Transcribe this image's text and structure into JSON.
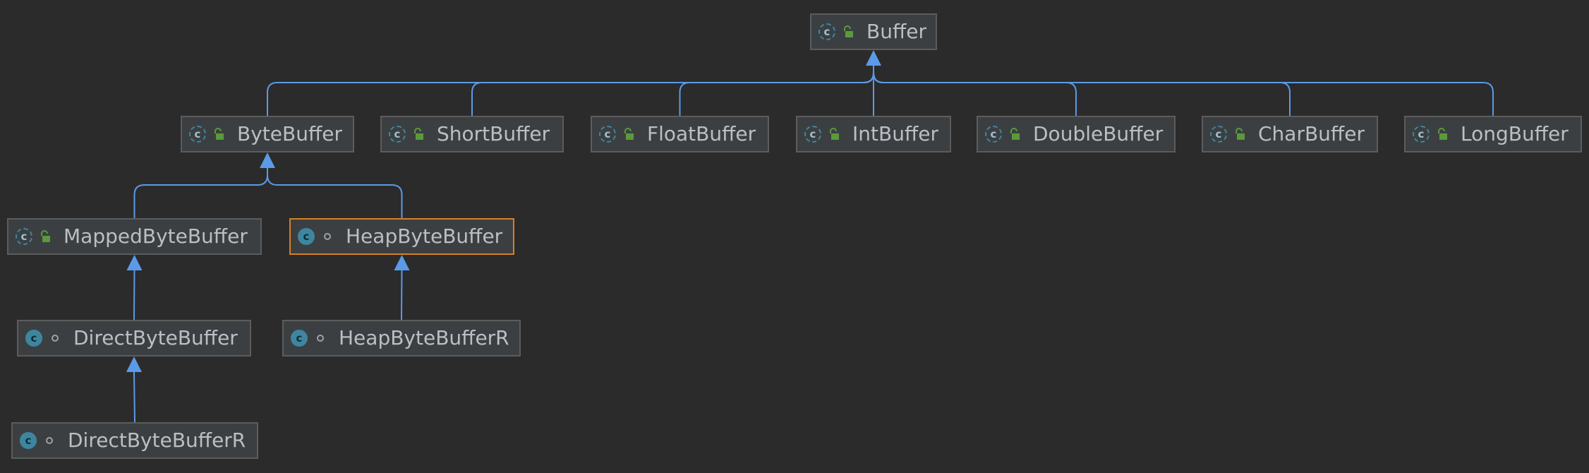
{
  "diagram": {
    "colors": {
      "background": "#2b2b2b",
      "edge": "#5b9ae8",
      "node_fill": "#3c3f41",
      "node_border": "#5c5c5c",
      "selected_border": "#d67f23",
      "class_icon": "#3e86a0",
      "public_lock": "#5a9a3c"
    },
    "nodes": [
      {
        "id": "buffer",
        "label": "Buffer",
        "kind": "abstract-class",
        "visibility": "public"
      },
      {
        "id": "bytebuffer",
        "label": "ByteBuffer",
        "kind": "abstract-class",
        "visibility": "public"
      },
      {
        "id": "shortbuffer",
        "label": "ShortBuffer",
        "kind": "abstract-class",
        "visibility": "public"
      },
      {
        "id": "floatbuffer",
        "label": "FloatBuffer",
        "kind": "abstract-class",
        "visibility": "public"
      },
      {
        "id": "intbuffer",
        "label": "IntBuffer",
        "kind": "abstract-class",
        "visibility": "public"
      },
      {
        "id": "doublebuffer",
        "label": "DoubleBuffer",
        "kind": "abstract-class",
        "visibility": "public"
      },
      {
        "id": "charbuffer",
        "label": "CharBuffer",
        "kind": "abstract-class",
        "visibility": "public"
      },
      {
        "id": "longbuffer",
        "label": "LongBuffer",
        "kind": "abstract-class",
        "visibility": "public"
      },
      {
        "id": "mappedbytebuffer",
        "label": "MappedByteBuffer",
        "kind": "abstract-class",
        "visibility": "public"
      },
      {
        "id": "heapbytebuffer",
        "label": "HeapByteBuffer",
        "kind": "class",
        "visibility": "package-private",
        "selected": true
      },
      {
        "id": "directbytebuffer",
        "label": "DirectByteBuffer",
        "kind": "class",
        "visibility": "package-private"
      },
      {
        "id": "heapbytebufferr",
        "label": "HeapByteBufferR",
        "kind": "class",
        "visibility": "package-private"
      },
      {
        "id": "directbytebufferr",
        "label": "DirectByteBufferR",
        "kind": "class",
        "visibility": "package-private"
      }
    ],
    "edges": [
      {
        "from": "bytebuffer",
        "to": "buffer"
      },
      {
        "from": "shortbuffer",
        "to": "buffer"
      },
      {
        "from": "floatbuffer",
        "to": "buffer"
      },
      {
        "from": "intbuffer",
        "to": "buffer"
      },
      {
        "from": "doublebuffer",
        "to": "buffer"
      },
      {
        "from": "charbuffer",
        "to": "buffer"
      },
      {
        "from": "longbuffer",
        "to": "buffer"
      },
      {
        "from": "mappedbytebuffer",
        "to": "bytebuffer"
      },
      {
        "from": "heapbytebuffer",
        "to": "bytebuffer"
      },
      {
        "from": "directbytebuffer",
        "to": "mappedbytebuffer"
      },
      {
        "from": "heapbytebufferr",
        "to": "heapbytebuffer"
      },
      {
        "from": "directbytebufferr",
        "to": "directbytebuffer"
      }
    ],
    "icons": {
      "abstract-class": "abstract-class-icon",
      "class": "class-icon",
      "public": "public-lock-icon",
      "package-private": "package-private-dot-icon"
    }
  }
}
